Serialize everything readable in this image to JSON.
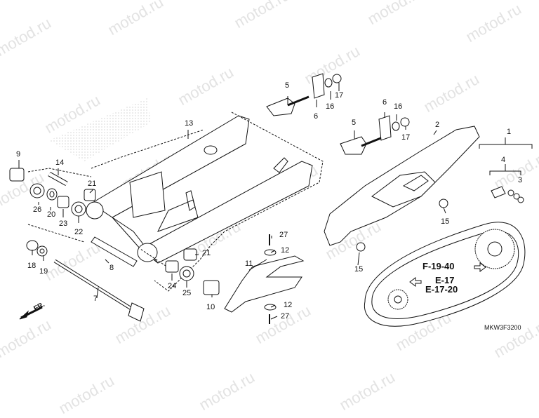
{
  "watermark": "motod.ru",
  "drawing_code": "MKW3F3200",
  "front_marker": "FR.",
  "refs": [
    "F-19-40",
    "E-17",
    "E-17-20"
  ],
  "parts": {
    "p1": "1",
    "p2": "2",
    "p3": "3",
    "p4": "4",
    "p5a": "5",
    "p5b": "5",
    "p6a": "6",
    "p6b": "6",
    "p7": "7",
    "p8": "8",
    "p9": "9",
    "p10": "10",
    "p11": "11",
    "p12a": "12",
    "p12b": "12",
    "p13": "13",
    "p14": "14",
    "p15a": "15",
    "p15b": "15",
    "p16a": "16",
    "p16b": "16",
    "p17a": "17",
    "p17b": "17",
    "p18": "18",
    "p19": "19",
    "p20": "20",
    "p21a": "21",
    "p21b": "21",
    "p22": "22",
    "p23": "23",
    "p24": "24",
    "p25": "25",
    "p26": "26",
    "p27a": "27",
    "p27b": "27"
  }
}
